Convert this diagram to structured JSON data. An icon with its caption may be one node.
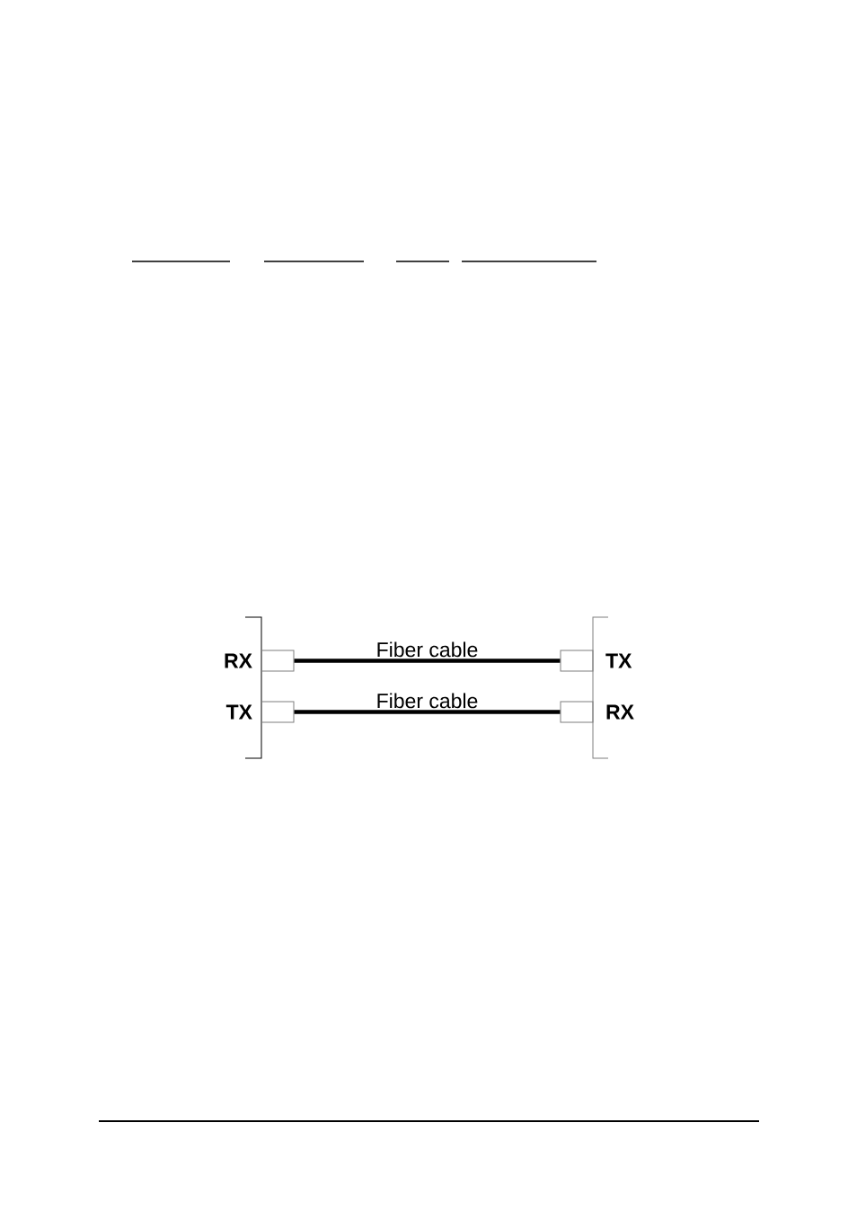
{
  "diagram": {
    "nodes": [
      {
        "text": [
          "RX"
        ]
      },
      {
        "text": [
          "TX"
        ]
      },
      {
        "text": [
          "TX"
        ]
      },
      {
        "text": [
          "RX"
        ]
      }
    ],
    "edges": [
      {
        "from": 0,
        "to": 1,
        "arrow": "none",
        "label": "Fiber cable"
      },
      {
        "from": 2,
        "to": 3,
        "arrow": "none",
        "label": "Fiber cable"
      }
    ]
  }
}
